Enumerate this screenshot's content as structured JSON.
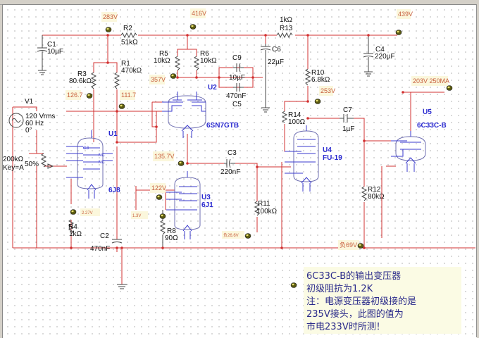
{
  "components": {
    "C1": {
      "ref": "C1",
      "value": "10µF"
    },
    "C2": {
      "ref": "C2",
      "value": "470nF"
    },
    "C3": {
      "ref": "C3",
      "value": "220nF"
    },
    "C4": {
      "ref": "C4",
      "value": "220µF"
    },
    "C5": {
      "ref": "C5",
      "value": "470nF"
    },
    "C6": {
      "ref": "C6",
      "value": "22µF"
    },
    "C7": {
      "ref": "C7",
      "value": "1µF"
    },
    "C9": {
      "ref": "C9",
      "value": "10µF"
    },
    "R1": {
      "ref": "R1",
      "value": "470kΩ"
    },
    "R2": {
      "ref": "R2",
      "value": "51kΩ"
    },
    "R3": {
      "ref": "R3",
      "value": "80.6kΩ"
    },
    "R4": {
      "ref": "R4",
      "value": "1kΩ"
    },
    "R5": {
      "ref": "R5",
      "value": "10kΩ"
    },
    "R6": {
      "ref": "R6",
      "value": "10kΩ"
    },
    "R8": {
      "ref": "R8",
      "value": "90Ω"
    },
    "R10": {
      "ref": "R10",
      "value": "6.8kΩ"
    },
    "R11": {
      "ref": "R11",
      "value": "100kΩ"
    },
    "R12": {
      "ref": "R12",
      "value": "80kΩ"
    },
    "R13": {
      "ref": "R13",
      "value": "1kΩ"
    },
    "R14": {
      "ref": "R14",
      "value": "100Ω"
    },
    "V1": {
      "ref": "V1",
      "line1": "120 Vrms",
      "line2": "60 Hz",
      "line3": "0°"
    },
    "POT": {
      "value": "200kΩ",
      "key": "Key=A",
      "percent": "50%"
    },
    "U1": {
      "ref": "U1",
      "model": "6J8",
      "nc1": "NC",
      "nc2": "NC",
      "g3": "G3"
    },
    "U2": {
      "ref": "U2",
      "model": "6SN7GTB"
    },
    "U3": {
      "ref": "U3",
      "model": "6J1"
    },
    "U4": {
      "ref": "U4",
      "model": "FU-19"
    },
    "U5": {
      "ref": "U5",
      "model": "6C33C-B"
    }
  },
  "probes": {
    "p283": "283V",
    "p416": "416V",
    "p439": "439V",
    "p357": "357V",
    "p126": "126.7",
    "p111": "111.7",
    "p253": "253V",
    "p203": "203V  250MA",
    "p135": "135.7V",
    "p122": "122V",
    "p227": "2.27V",
    "p13": "1.3V",
    "p266": "负26.6V",
    "p69": "负69V"
  },
  "note": {
    "lines": [
      "6C33C-B的输出变压器",
      "初级阻抗为1.2K",
      "注：电源变压器初级接的是",
      "235V接头，此图的值为",
      "市电233V时所测！"
    ]
  },
  "colors": {
    "wire": "#d23030",
    "tube": "#3a3acc",
    "probe_text": "#c86040",
    "note_text": "#2a2a8a"
  }
}
